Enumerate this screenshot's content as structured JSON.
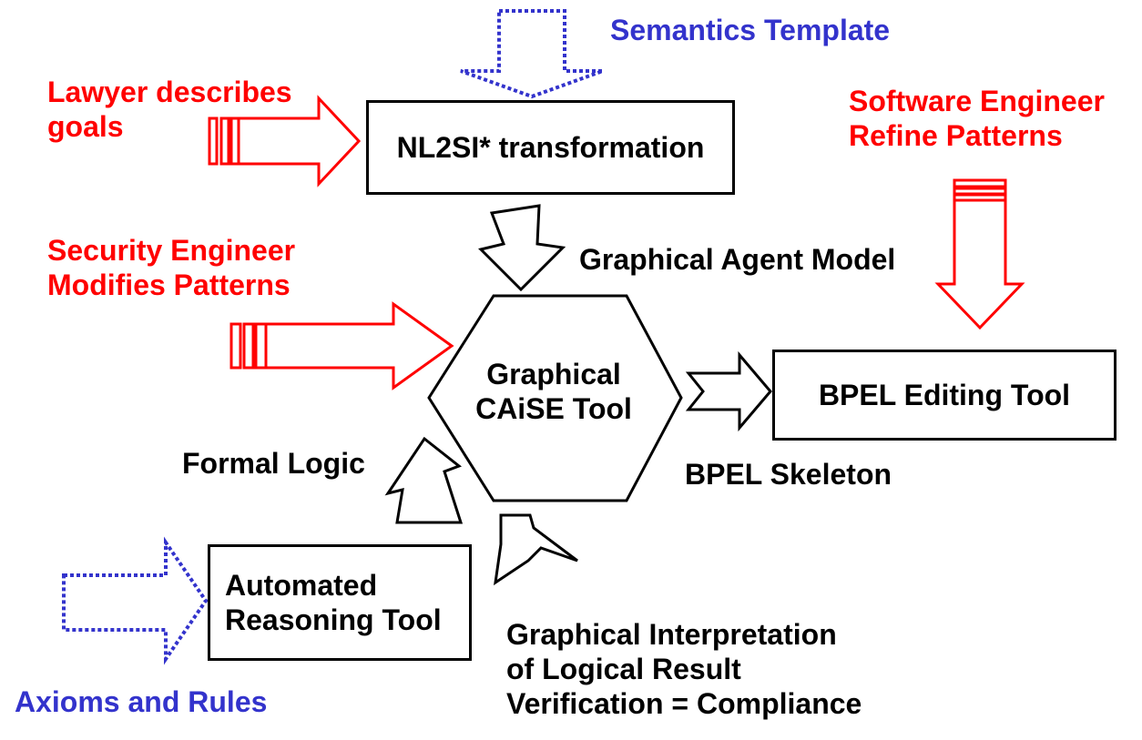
{
  "labels": {
    "semantics_template": "Semantics Template",
    "lawyer_line1": "Lawyer describes",
    "lawyer_line2": "goals",
    "software_engineer_line1": "Software Engineer",
    "software_engineer_line2": "Refine Patterns",
    "graphical_agent_model": "Graphical Agent Model",
    "security_engineer_line1": "Security Engineer",
    "security_engineer_line2": "Modifies Patterns",
    "formal_logic": "Formal Logic",
    "bpel_skeleton": "BPEL Skeleton",
    "interpretation_line1": "Graphical Interpretation",
    "interpretation_line2": "of Logical Result",
    "interpretation_line3": "Verification = Compliance",
    "axioms_rules": "Axioms and Rules"
  },
  "nodes": {
    "nl2si": "NL2SI* transformation",
    "caise_line1": "Graphical",
    "caise_line2": "CAiSE Tool",
    "bpel_editor": "BPEL Editing Tool",
    "reasoning_line1": "Automated",
    "reasoning_line2": "Reasoning Tool"
  },
  "colors": {
    "human_actor": "#ff0000",
    "external_input": "#3333cc",
    "tool": "#000000"
  }
}
